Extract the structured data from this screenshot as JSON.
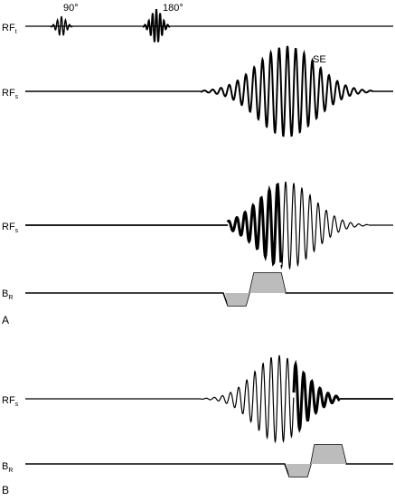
{
  "labels": {
    "rf_t": {
      "main": "RF",
      "sub": "t"
    },
    "rf_s_1": {
      "main": "RF",
      "sub": "s"
    },
    "rf_s_a": {
      "main": "RF",
      "sub": "s"
    },
    "b_r_a": {
      "main": "B",
      "sub": "R"
    },
    "rf_s_b": {
      "main": "RF",
      "sub": "s"
    },
    "b_r_b": {
      "main": "B",
      "sub": "R"
    }
  },
  "annotations": {
    "pulse_90": "90°",
    "pulse_180": "180°",
    "spin_echo": "SE"
  },
  "panels": {
    "a": "A",
    "b": "B"
  },
  "colors": {
    "line": "#000000",
    "gradient_fill": "#bcbcbc"
  }
}
